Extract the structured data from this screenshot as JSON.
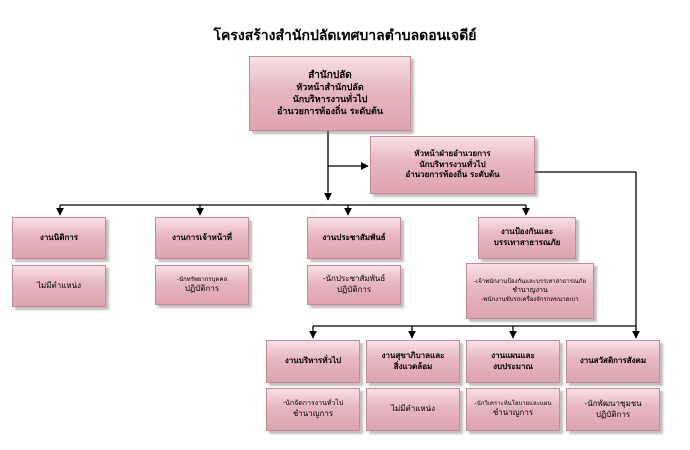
{
  "title": "โครงสร้างสำนักปลัดเทศบาลตำบลดอนเจดีย์",
  "head": {
    "line1": "สำนักปลัด",
    "line2": "หัวหน้าสำนักปลัด",
    "line3": "นักบริหารงานทั่วไป",
    "line4": "อำนวยการท้องถิ่น ระดับต้น"
  },
  "admin": {
    "line1": "หัวหน้าฝ่ายอำนวยการ",
    "line2": "นักบริหารงานทั่วไป",
    "line3": "อำนวยการท้องถิ่น ระดับต้น"
  },
  "units_top": [
    {
      "name": "งานนิติการ",
      "staff": [
        "ไม่มีตำแหน่ง"
      ]
    },
    {
      "name": "งานการเจ้าหน้าที่",
      "staff": [
        "-นักทรัพยากรบุคคล",
        "ปฏิบัติการ"
      ]
    },
    {
      "name": "งานประชาสัมพันธ์",
      "staff": [
        "-นักประชาสัมพันธ์",
        "ปฏิบัติการ"
      ]
    },
    {
      "name_lines": [
        "งานป้องกันและ",
        "บรรเทาสาธารณภัย"
      ],
      "staff": [
        "-เจ้าพนักงานป้องกันและบรรเทาสาธารณภัย",
        "ชำนาญงาน",
        "-พนักงานขับรถเครื่องจักรกลขนาดเบา"
      ]
    }
  ],
  "units_bottom": [
    {
      "name": "งานบริหารทั่วไป",
      "staff": [
        "-นักจัดการงานทั่วไป",
        "ชำนาญการ"
      ]
    },
    {
      "name_lines": [
        "งานสุขาภิบาลและ",
        "สิ่งแวดล้อม"
      ],
      "staff": [
        "ไม่มีตำแหน่ง"
      ]
    },
    {
      "name_lines": [
        "งานแผนและ",
        "งบประมาณ"
      ],
      "staff": [
        "-นักวิเคราะห์นโยบายและแผน",
        "ชำนาญการ"
      ]
    },
    {
      "name": "งานสวัสดิการสังคม",
      "staff": [
        "-นักพัฒนาชุมชน",
        "ปฏิบัติการ"
      ]
    }
  ]
}
